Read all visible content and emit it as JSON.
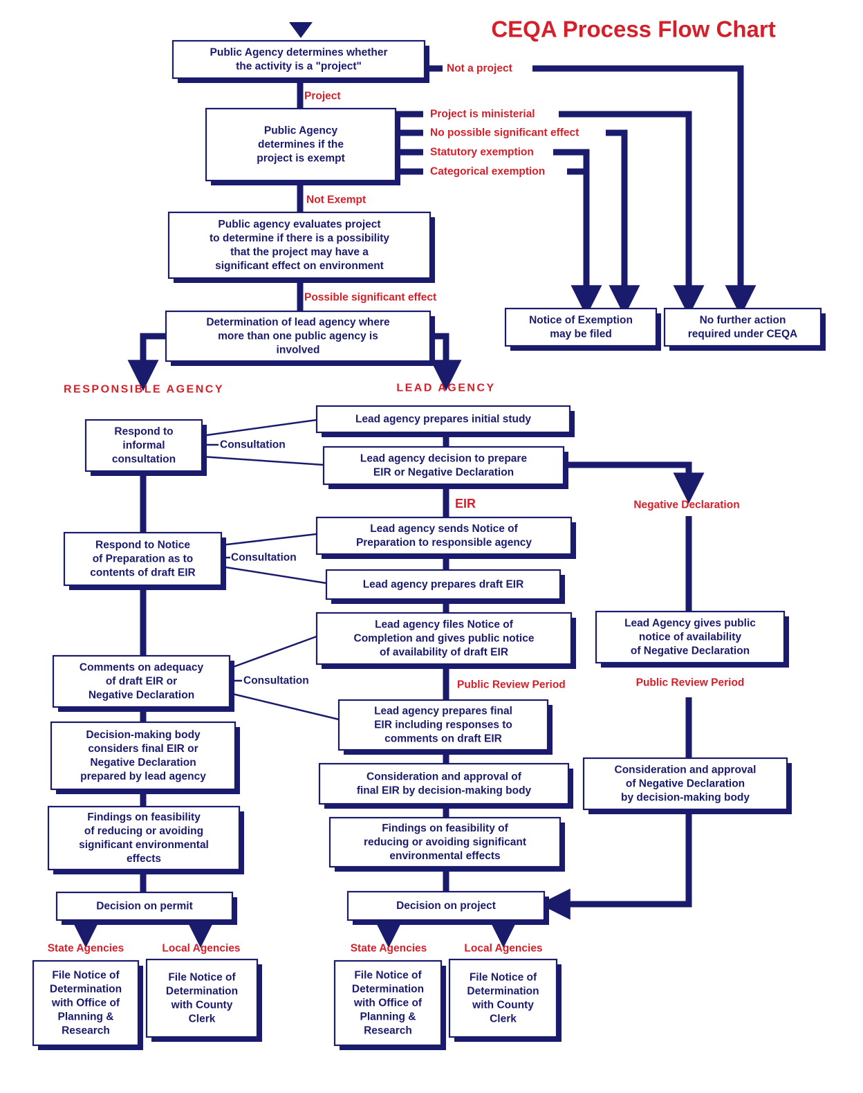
{
  "title": "CEQA Process Flow Chart",
  "colors": {
    "navy": "#1b1b6e",
    "red": "#d4202a"
  },
  "headings": {
    "responsible": "RESPONSIBLE AGENCY",
    "lead": "LEAD AGENCY"
  },
  "boxes": {
    "is_project": [
      "Public Agency determines whether",
      "the activity is a \"project\""
    ],
    "exempt": [
      "Public Agency",
      "determines if the",
      "project is exempt"
    ],
    "evaluate": [
      "Public agency evaluates project",
      "to determine if there is a possibility",
      "that the project may have a",
      "significant effect on environment"
    ],
    "lead_det": [
      "Determination of lead agency where",
      "more than one public agency is",
      "involved"
    ],
    "notice_exemption": [
      "Notice of Exemption",
      "may be filed"
    ],
    "no_further": [
      "No further action",
      "required under CEQA"
    ],
    "initial_study": [
      "Lead agency prepares initial study"
    ],
    "decision_prepare": [
      "Lead agency decision to prepare",
      "EIR or Negative Declaration"
    ],
    "send_nop": [
      "Lead agency sends Notice of",
      "Preparation to responsible agency"
    ],
    "draft_eir": [
      "Lead agency prepares draft EIR"
    ],
    "notice_completion": [
      "Lead agency files Notice of",
      "Completion and gives public notice",
      "of availability of draft EIR"
    ],
    "final_eir": [
      "Lead agency prepares final",
      "EIR including responses to",
      "comments on draft EIR"
    ],
    "approval_eir": [
      "Consideration and approval of",
      "final EIR by decision-making body"
    ],
    "findings_lead": [
      "Findings on feasibility of",
      "reducing or avoiding significant",
      "environmental effects"
    ],
    "decision_project": [
      "Decision on project"
    ],
    "respond_informal": [
      "Respond to",
      "informal",
      "consultation"
    ],
    "respond_nop": [
      "Respond to Notice",
      "of Preparation as to",
      "contents of draft EIR"
    ],
    "comments": [
      "Comments on adequacy",
      "of draft EIR or",
      "Negative Declaration"
    ],
    "decision_body": [
      "Decision-making body",
      "considers final EIR or",
      "Negative Declaration",
      "prepared by lead agency"
    ],
    "findings_resp": [
      "Findings on feasibility",
      "of reducing or avoiding",
      "significant environmental",
      "effects"
    ],
    "decision_permit": [
      "Decision on permit"
    ],
    "neg_notice": [
      "Lead Agency gives public",
      "notice of availability",
      "of Negative Declaration"
    ],
    "neg_approval": [
      "Consideration and approval",
      "of Negative Declaration",
      "by decision-making body"
    ],
    "resp_state": [
      "File Notice of",
      "Determination",
      "with Office of",
      "Planning &",
      "Research"
    ],
    "resp_local": [
      "File Notice of",
      "Determination",
      "with County",
      "Clerk"
    ],
    "lead_state": [
      "File Notice of",
      "Determination",
      "with Office of",
      "Planning &",
      "Research"
    ],
    "lead_local": [
      "File Notice of",
      "Determination",
      "with County",
      "Clerk"
    ]
  },
  "labels": {
    "not_project": "Not a project",
    "project": "Project",
    "ministerial": "Project is ministerial",
    "no_effect": "No possible significant effect",
    "statutory": "Statutory exemption",
    "categorical": "Categorical exemption",
    "not_exempt": "Not Exempt",
    "possible_effect": "Possible significant effect",
    "eir": "EIR",
    "negative_declaration": "Negative Declaration",
    "public_review_lead": "Public Review Period",
    "public_review_neg": "Public Review Period",
    "consultation_1": "Consultation",
    "consultation_2": "Consultation",
    "consultation_3": "Consultation",
    "state_agencies_resp": "State Agencies",
    "local_agencies_resp": "Local Agencies",
    "state_agencies_lead": "State Agencies",
    "local_agencies_lead": "Local Agencies"
  }
}
